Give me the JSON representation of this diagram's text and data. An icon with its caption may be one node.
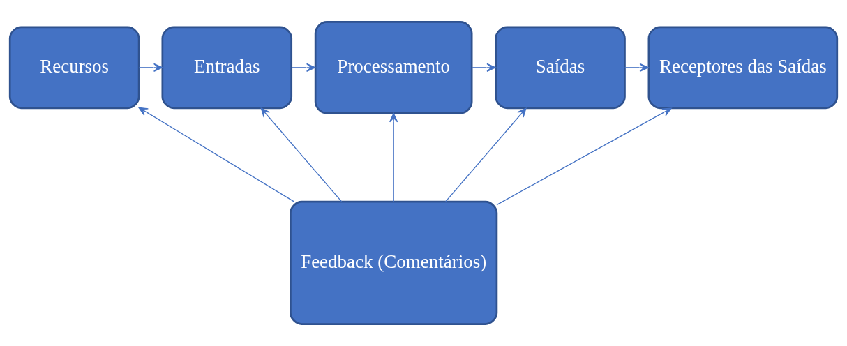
{
  "diagram": {
    "nodes": [
      {
        "text": [
          "Recursos"
        ]
      },
      {
        "text": [
          "Entradas"
        ]
      },
      {
        "text": [
          "Processamento"
        ]
      },
      {
        "text": [
          "Saídas"
        ]
      },
      {
        "text": [
          "Receptores das Saídas"
        ]
      },
      {
        "text": [
          "Feedback (Comentários)"
        ]
      }
    ],
    "edges": [
      {
        "from": 0,
        "to": 1,
        "arrow": "to"
      },
      {
        "from": 1,
        "to": 2,
        "arrow": "to"
      },
      {
        "from": 2,
        "to": 3,
        "arrow": "to"
      },
      {
        "from": 3,
        "to": 4,
        "arrow": "to"
      },
      {
        "from": 5,
        "to": 0,
        "arrow": "to"
      },
      {
        "from": 5,
        "to": 1,
        "arrow": "to"
      },
      {
        "from": 5,
        "to": 2,
        "arrow": "to"
      },
      {
        "from": 5,
        "to": 3,
        "arrow": "to"
      },
      {
        "from": 5,
        "to": 4,
        "arrow": "to"
      }
    ]
  }
}
